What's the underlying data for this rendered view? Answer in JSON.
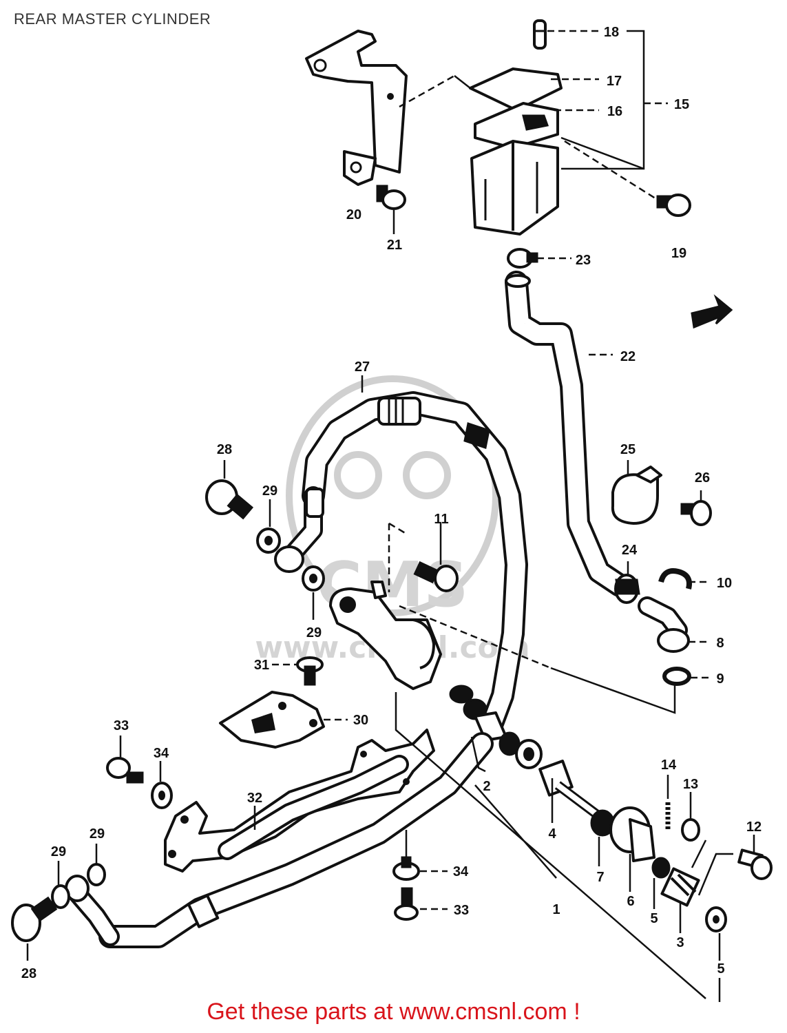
{
  "title": "REAR MASTER CYLINDER",
  "footer": {
    "text": "Get these parts at www.cmsnl.com !",
    "color": "#d9141b"
  },
  "watermark": {
    "logo_text": "CMS",
    "url_text": "www.cmsnl.com"
  },
  "callouts": {
    "c1": "1",
    "c2": "2",
    "c3": "3",
    "c4": "4",
    "c5a": "5",
    "c5b": "5",
    "c6": "6",
    "c7": "7",
    "c8": "8",
    "c9": "9",
    "c10": "10",
    "c11": "11",
    "c12": "12",
    "c13": "13",
    "c14": "14",
    "c15": "15",
    "c16": "16",
    "c17": "17",
    "c18": "18",
    "c19": "19",
    "c20": "20",
    "c21": "21",
    "c22": "22",
    "c23": "23",
    "c24": "24",
    "c25": "25",
    "c26": "26",
    "c27": "27",
    "c28a": "28",
    "c28b": "28",
    "c29a": "29",
    "c29b": "29",
    "c29c": "29",
    "c29d": "29",
    "c30": "30",
    "c31": "31",
    "c32": "32",
    "c33a": "33",
    "c33b": "33",
    "c34a": "34",
    "c34b": "34"
  }
}
